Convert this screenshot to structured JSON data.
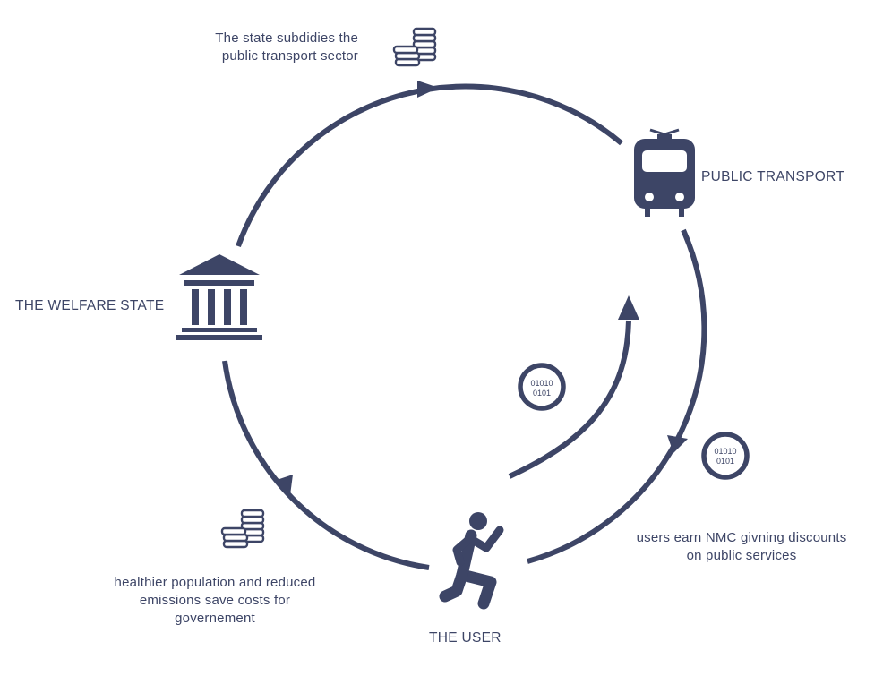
{
  "colors": {
    "primary": "#3d4566"
  },
  "nodes": {
    "welfare_state": {
      "label": "THE WELFARE STATE",
      "icon": "government-building-icon"
    },
    "public_transport": {
      "label": "PUBLIC TRANSPORT",
      "icon": "tram-icon"
    },
    "user": {
      "label": "THE USER",
      "icon": "running-person-icon"
    }
  },
  "annotations": {
    "subsidy": {
      "lines": [
        "The state subdidies the",
        "public transport sector"
      ],
      "icon": "coin-stack-icon"
    },
    "savings": {
      "lines": [
        "healthier population and reduced",
        "emissions save costs for",
        "governement"
      ],
      "icon": "coin-stack-icon"
    },
    "earn": {
      "lines": [
        "users earn NMC givning discounts",
        "on public services"
      ]
    }
  },
  "tokens": {
    "token_inner": {
      "line1": "01010",
      "line2": "0101",
      "icon": "digital-token-icon"
    },
    "token_outer": {
      "line1": "01010",
      "line2": "0101",
      "icon": "digital-token-icon"
    }
  }
}
